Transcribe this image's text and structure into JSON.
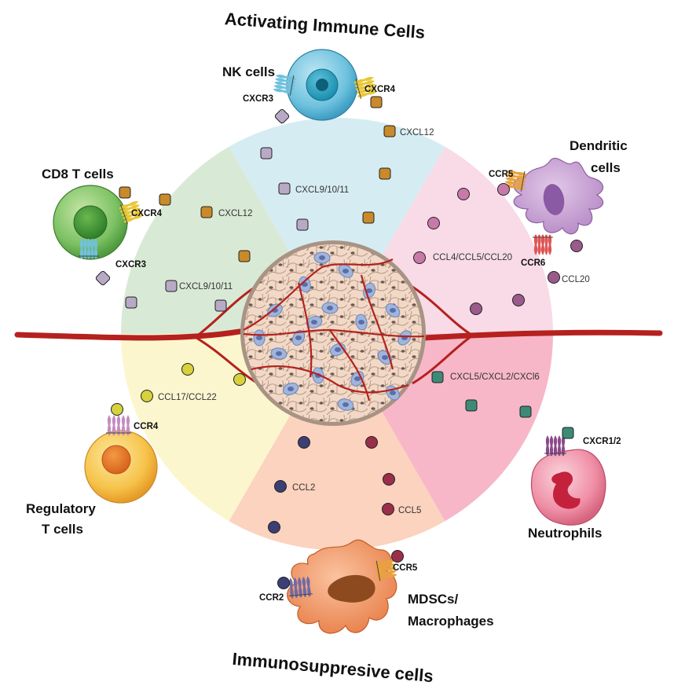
{
  "headers": {
    "top": "Activating Immune Cells",
    "bottom": "Immunosuppresive cells"
  },
  "cells": {
    "nk": "NK cells",
    "cd8": "CD8 T cells",
    "dendritic_line1": "Dendritic",
    "dendritic_line2": "cells",
    "treg_line1": "Regulatory",
    "treg_line2": "T cells",
    "neutrophils": "Neutrophils",
    "mdsc_line1": "MDSCs/",
    "mdsc_line2": "Macrophages"
  },
  "receptors": {
    "nk_cxcr3": "CXCR3",
    "nk_cxcr4": "CXCR4",
    "cd8_cxcr4": "CXCR4",
    "cd8_cxcr3": "CXCR3",
    "dc_ccr5": "CCR5",
    "dc_ccr6": "CCR6",
    "treg_ccr4": "CCR4",
    "neut_cxcr12": "CXCR1/2",
    "mdsc_ccr5": "CCR5",
    "mdsc_ccr2": "CCR2"
  },
  "chemokines": {
    "cxcl12_top": "CXCL12",
    "cxcl91011_top": "CXCL9/10/11",
    "cxcl12_left": "CXCL12",
    "cxcl91011_left": "CXCL9/10/11",
    "ccl4_5_20": "CCL4/CCL5/CCL20",
    "ccl20": "CCL20",
    "cxcl5_2_6": "CXCL5/CXCL2/CXCl6",
    "ccl17_22": "CCL17/CCL22",
    "ccl2": "CCL2",
    "ccl5": "CCL5"
  },
  "colors": {
    "sector_nk": "#d6ecf3",
    "sector_dc": "#f8dbe7",
    "sector_neut": "#f7b7c9",
    "sector_mdsc": "#fbd3bf",
    "sector_treg": "#fcf6cf",
    "sector_cd8": "#d8ead5",
    "vessel": "#b5211e",
    "cxcl12": "#c98a2a",
    "cxcl91011": "#b8a9c6",
    "ccl4": "#c77aa8",
    "ccl20": "#9a5a8c",
    "cxcl5": "#3d8a77",
    "ccl17": "#d6d13c",
    "ccl2": "#3c3f73",
    "ccl5": "#9a2f4a"
  }
}
